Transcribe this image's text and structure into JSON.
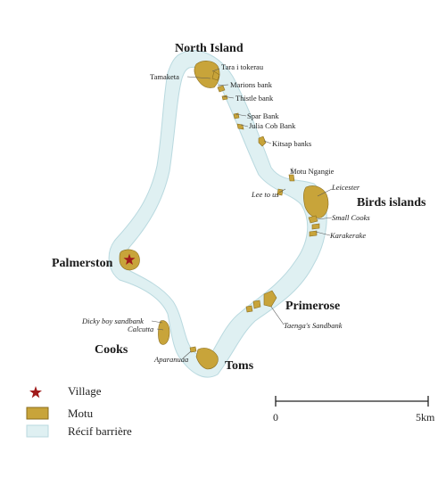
{
  "colors": {
    "reef": "#dff0f2",
    "reef_edge": "#b9d9df",
    "motu": "#c8a43a",
    "motu_edge": "#8a6d1e",
    "village": "#a01a1a"
  },
  "labels": {
    "north_island": "North Island",
    "birds_islands": "Birds islands",
    "palmerston": "Palmerston",
    "primerose": "Primerose",
    "cooks": "Cooks",
    "toms": "Toms",
    "tara_i_tokerau": "Tara i tokerau",
    "tamaketa": "Tamaketa",
    "marions_bank": "Marions bank",
    "thistle_bank": "Thistle bank",
    "spar_bank": "Spar Bank",
    "julia_cob_bank": "Julia Cob Bank",
    "kitsap_banks": "Kitsap banks",
    "motu_ngangie": "Motu Ngangie",
    "lee_to_us": "Lee to us",
    "leicester": "Leicester",
    "small_cooks": "Small Cooks",
    "karakerake": "Karakerake",
    "taengas_sandbank": "Taenga's Sandbank",
    "dicky_boy_sandbank": "Dicky boy sandbank",
    "calcutta": "Calcutta",
    "aparanuaa": "Aparanuaa"
  },
  "legend": {
    "village": {
      "label": "Village",
      "icon": "star-icon"
    },
    "motu": {
      "label": "Motu"
    },
    "reef": {
      "label": "Récif barrière"
    }
  },
  "scale": {
    "start_label": "0",
    "end_label": "5km"
  }
}
